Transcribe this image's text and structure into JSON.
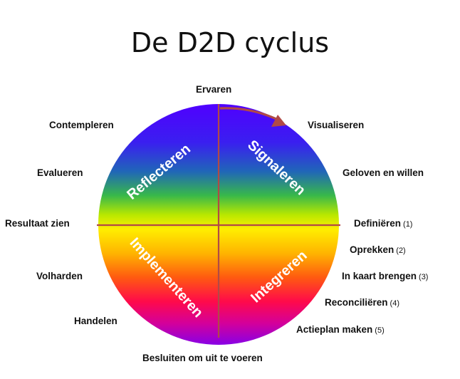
{
  "title": "De D2D cyclus",
  "quadrants": {
    "top_left": "Reflecteren",
    "top_right": "Signaleren",
    "bottom_left": "Implementeren",
    "bottom_right": "Integreren"
  },
  "labels": {
    "top": "Ervaren",
    "bottom": "Besluiten om uit te voeren",
    "left": {
      "contempleren": "Contempleren",
      "evalueren": "Evalueren",
      "resultaat": "Resultaat zien",
      "volharden": "Volharden",
      "handelen": "Handelen"
    },
    "right": {
      "visualiseren": "Visualiseren",
      "geloven": "Geloven en willen",
      "definieren": {
        "text": "Definiëren",
        "num": "(1)"
      },
      "oprekken": {
        "text": "Oprekken",
        "num": "(2)"
      },
      "inkaart": {
        "text": "In kaart brengen",
        "num": "(3)"
      },
      "reconcilieren": {
        "text": "Reconciliëren",
        "num": "(4)"
      },
      "actieplan": {
        "text": "Actieplan maken",
        "num": "(5)"
      }
    }
  },
  "colors": {
    "axis": "#b14a46",
    "arrow": "#b14a46",
    "gradient": [
      "#4a00ff",
      "#2f3fd8",
      "#1f7a9e",
      "#32c43a",
      "#d7f000",
      "#ffe600",
      "#ffb000",
      "#ff5a00",
      "#ff0050",
      "#e0008a",
      "#a600d6",
      "#8a00e0"
    ]
  }
}
